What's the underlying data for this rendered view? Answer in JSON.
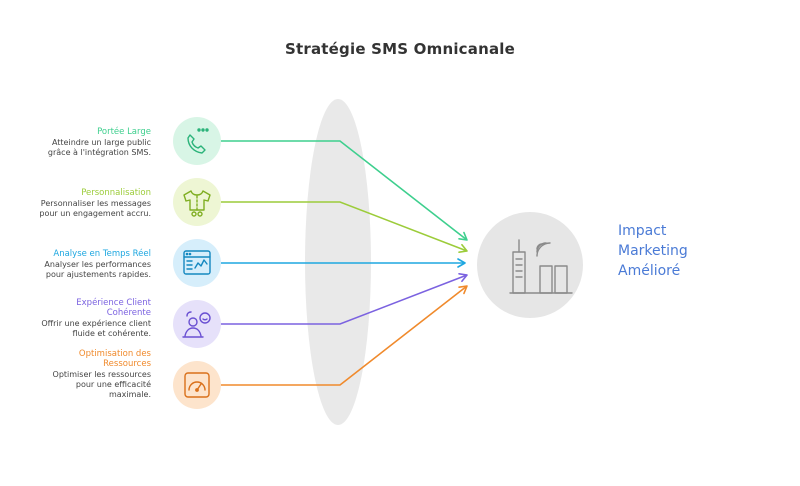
{
  "title": "Stratégie SMS Omnicanale",
  "items": [
    {
      "title": "Portée Large",
      "desc": [
        "Atteindre un large public",
        "grâce à l'intégration SMS."
      ],
      "color": "#3ecf8e",
      "bg": "#d8f5e6",
      "icon": "phone-call-icon"
    },
    {
      "title": "Personnalisation",
      "desc": [
        "Personnaliser les messages",
        "pour un engagement accru."
      ],
      "color": "#9ccc3a",
      "bg": "#eef6d4",
      "icon": "tailored-shirt-icon"
    },
    {
      "title": "Analyse en Temps Réel",
      "desc": [
        "Analyser les performances",
        "pour ajustements rapides."
      ],
      "color": "#1ea7e0",
      "bg": "#d6eefb",
      "icon": "analytics-dashboard-icon"
    },
    {
      "title": "Expérience Client Cohérente",
      "title_lines": [
        "Expérience Client",
        "Cohérente"
      ],
      "desc": [
        "Offrir une expérience client",
        "fluide et cohérente."
      ],
      "color": "#7b62e0",
      "bg": "#e6e1fa",
      "icon": "customer-satisfaction-icon"
    },
    {
      "title": "Optimisation des Ressources",
      "title_lines": [
        "Optimisation des",
        "Ressources"
      ],
      "desc": [
        "Optimiser les ressources",
        "pour une efficacité",
        "maximale."
      ],
      "color": "#f08a2c",
      "bg": "#fde4cc",
      "icon": "efficiency-gauge-icon"
    }
  ],
  "result": {
    "lines": [
      "Impact",
      "Marketing",
      "Amélioré"
    ],
    "color": "#4b7bd6",
    "icon": "city-signal-icon"
  },
  "colors": {
    "lens": "#e9e9e9",
    "target": "#e6e6e6",
    "title": "#333333"
  }
}
